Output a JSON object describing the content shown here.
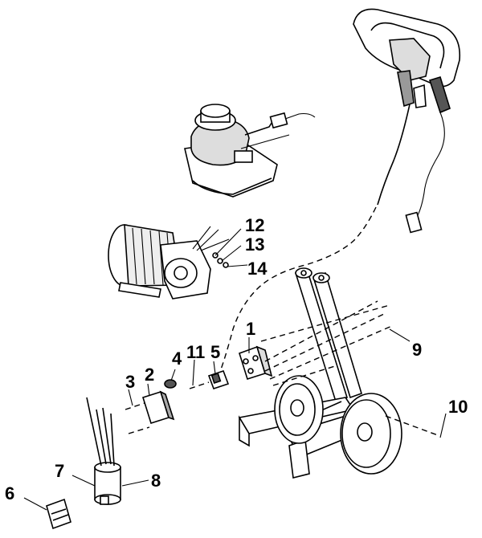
{
  "diagram": {
    "callouts": [
      "1",
      "2",
      "3",
      "4",
      "5",
      "6",
      "7",
      "8",
      "9",
      "10",
      "11",
      "12",
      "13",
      "14"
    ]
  },
  "colors": {
    "line": "#000000",
    "fill_light": "#ffffff",
    "fill_gray": "#bdbdbd",
    "fill_dark": "#555555"
  }
}
